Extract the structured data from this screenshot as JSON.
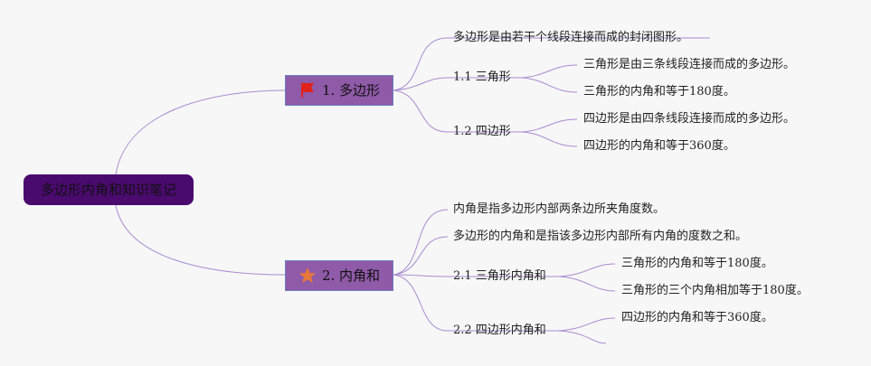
{
  "root": {
    "label": "多边形内角和知识笔记"
  },
  "branch1": {
    "label": "1. 多边形",
    "icon": "red-flag-icon",
    "leaf": "多边形是由若干个线段连接而成的封闭图形。",
    "sub1": {
      "label": "1.1 三角形",
      "items": [
        "三角形是由三条线段连接而成的多边形。",
        "三角形的内角和等于180度。"
      ]
    },
    "sub2": {
      "label": "1.2 四边形",
      "items": [
        "四边形是由四条线段连接而成的多边形。",
        "四边形的内角和等于360度。"
      ]
    }
  },
  "branch2": {
    "label": "2. 内角和",
    "icon": "orange-star-icon",
    "leaf1": "内角是指多边形内部两条边所夹角度数。",
    "leaf2": "多边形的内角和是指该多边形内部所有内角的度数之和。",
    "sub1": {
      "label": "2.1 三角形内角和",
      "items": [
        "三角形的内角和等于180度。",
        "三角形的三个内角相加等于180度。"
      ]
    },
    "sub2": {
      "label": "2.2 四边形内角和",
      "items": [
        "四边形的内角和等于360度。"
      ]
    }
  },
  "colors": {
    "root_bg": "#4a0a6e",
    "branch_bg": "#8f5aa8",
    "branch_border": "#6b7fc0",
    "line": "#a98ad0",
    "flag": "#e2231a",
    "star": "#e8773a"
  }
}
